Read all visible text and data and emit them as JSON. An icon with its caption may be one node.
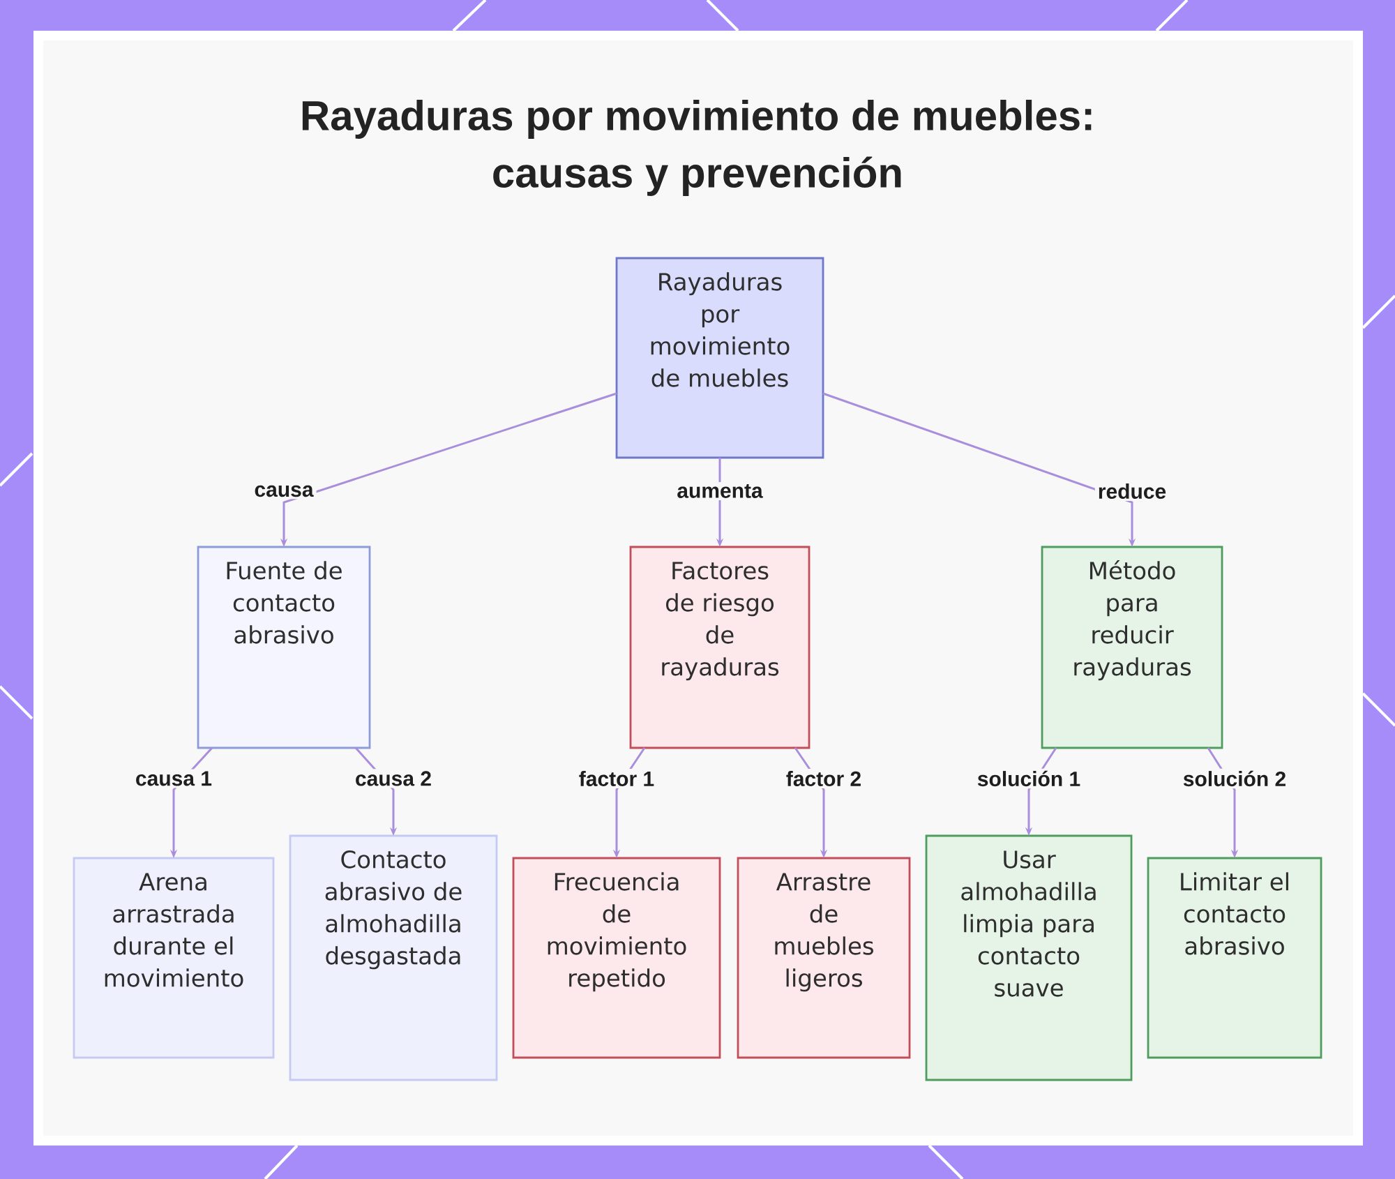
{
  "diagram": {
    "title": "Rayaduras por movimiento de muebles: causas y prevención",
    "nodes": [
      {
        "text": [
          "Rayaduras por movimiento de muebles"
        ]
      },
      {
        "text": [
          "Fuente de contacto abrasivo"
        ]
      },
      {
        "text": [
          "Factores de riesgo de rayaduras"
        ]
      },
      {
        "text": [
          "Método para reducir rayaduras"
        ]
      },
      {
        "text": [
          "Arena arrastrada durante el movimiento"
        ]
      },
      {
        "text": [
          "Contacto abrasivo de almohadilla desgastada"
        ]
      },
      {
        "text": [
          "Frecuencia de movimiento repetido"
        ]
      },
      {
        "text": [
          "Arrastre de muebles ligeros"
        ]
      },
      {
        "text": [
          "Usar almohadilla limpia para contacto suave"
        ]
      },
      {
        "text": [
          "Limitar el contacto abrasivo"
        ]
      }
    ],
    "edges": [
      {
        "from": 0,
        "to": 1,
        "arrow": "to",
        "label": "causa"
      },
      {
        "from": 0,
        "to": 2,
        "arrow": "to",
        "label": "aumenta"
      },
      {
        "from": 0,
        "to": 3,
        "arrow": "to",
        "label": "reduce"
      },
      {
        "from": 1,
        "to": 4,
        "arrow": "to",
        "label": "causa 1"
      },
      {
        "from": 1,
        "to": 5,
        "arrow": "to",
        "label": "causa 2"
      },
      {
        "from": 2,
        "to": 6,
        "arrow": "to",
        "label": "factor 1"
      },
      {
        "from": 2,
        "to": 7,
        "arrow": "to",
        "label": "factor 2"
      },
      {
        "from": 3,
        "to": 8,
        "arrow": "to",
        "label": "solución 1"
      },
      {
        "from": 3,
        "to": 9,
        "arrow": "to",
        "label": "solución 2"
      }
    ]
  }
}
